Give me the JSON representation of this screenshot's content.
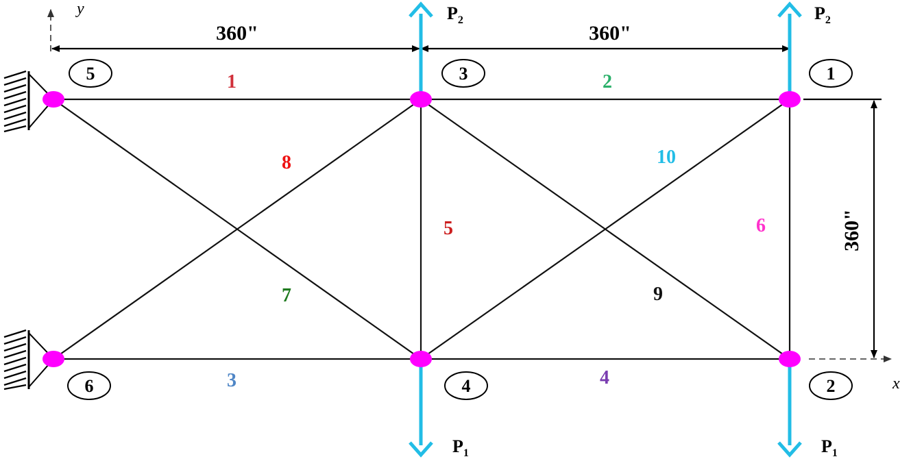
{
  "dimensions": {
    "top_left_span": "360\"",
    "top_right_span": "360\"",
    "height": "360\""
  },
  "axes": {
    "x": "x",
    "y": "y"
  },
  "loads": {
    "top": {
      "letter": "P",
      "subscript": "2"
    },
    "bottom": {
      "letter": "P",
      "subscript": "1"
    }
  },
  "nodes": [
    {
      "id": "1",
      "label": "1"
    },
    {
      "id": "2",
      "label": "2"
    },
    {
      "id": "3",
      "label": "3"
    },
    {
      "id": "4",
      "label": "4"
    },
    {
      "id": "5",
      "label": "5"
    },
    {
      "id": "6",
      "label": "6"
    }
  ],
  "members": [
    {
      "label": "1",
      "color": "#d0303a"
    },
    {
      "label": "2",
      "color": "#2bb06a"
    },
    {
      "label": "3",
      "color": "#4f86c6"
    },
    {
      "label": "4",
      "color": "#7a3db0"
    },
    {
      "label": "5",
      "color": "#cc1f1f"
    },
    {
      "label": "6",
      "color": "#ff33cc"
    },
    {
      "label": "7",
      "color": "#1f7a1f"
    },
    {
      "label": "8",
      "color": "#ee1111"
    },
    {
      "label": "9",
      "color": "#111111"
    },
    {
      "label": "10",
      "color": "#22bde6"
    }
  ],
  "colors": {
    "node": "#ff00ff",
    "load_arrow": "#22bde6",
    "member_line": "#111111"
  }
}
